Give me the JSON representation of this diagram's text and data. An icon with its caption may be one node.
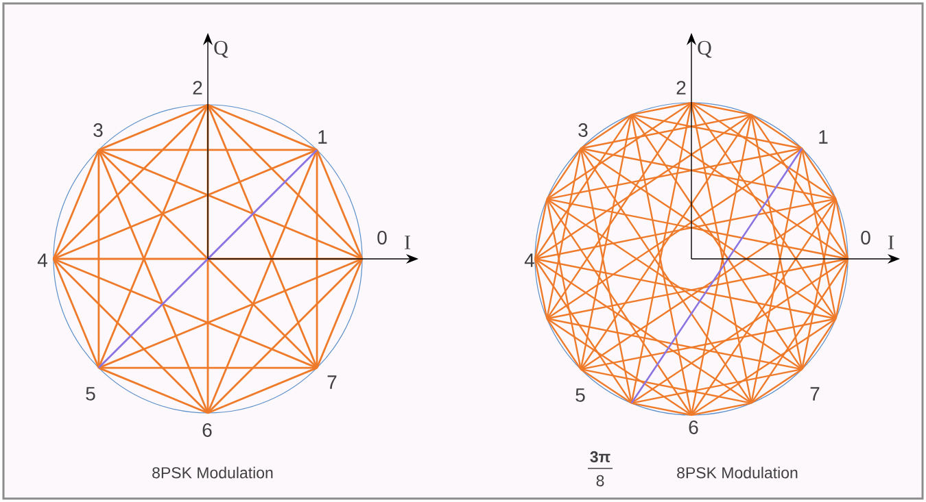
{
  "diagram": {
    "labels": [
      "Q",
      "2",
      "3",
      "1",
      "0",
      "I",
      "4",
      "5",
      "6",
      "7",
      "Q",
      "2",
      "3",
      "1",
      "0",
      "I",
      "4",
      "5",
      "6",
      "7",
      "8PSK Modulation",
      "3π",
      "8",
      "8PSK Modulation"
    ]
  }
}
